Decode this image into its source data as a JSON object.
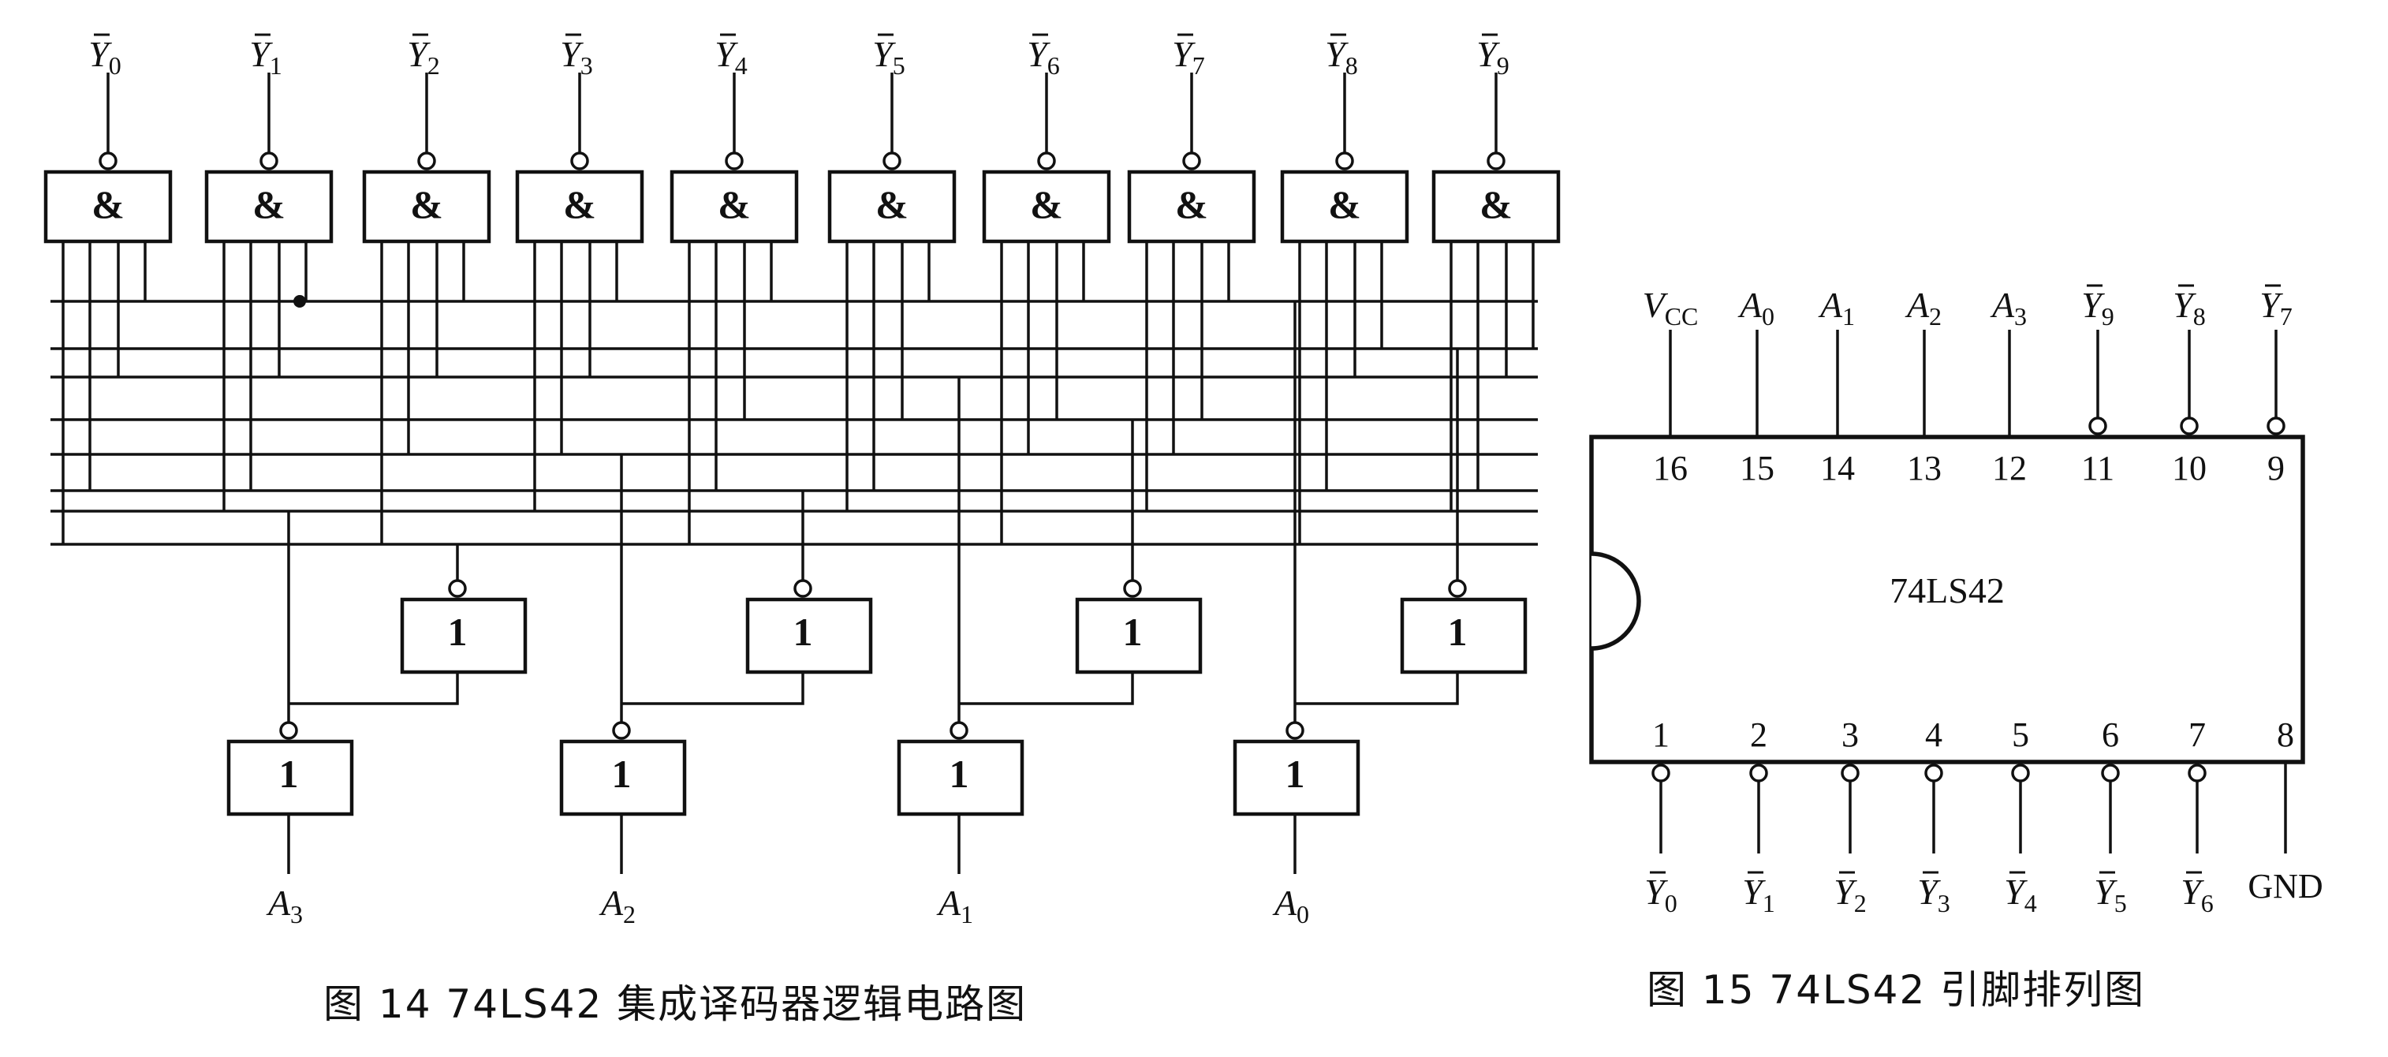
{
  "fig14": {
    "outputs": [
      "Y0",
      "Y1",
      "Y2",
      "Y3",
      "Y4",
      "Y5",
      "Y6",
      "Y7",
      "Y8",
      "Y9"
    ],
    "and_symbol": "&",
    "not_symbol": "1",
    "inputs": [
      "A3",
      "A2",
      "A1",
      "A0"
    ],
    "caption": "图 14 74LS42 集成译码器逻辑电路图"
  },
  "fig15": {
    "chip_label": "74LS42",
    "top_pins": [
      {
        "num": "16",
        "label": "VCC",
        "active_low": false
      },
      {
        "num": "15",
        "label": "A0",
        "active_low": false
      },
      {
        "num": "14",
        "label": "A1",
        "active_low": false
      },
      {
        "num": "13",
        "label": "A2",
        "active_low": false
      },
      {
        "num": "12",
        "label": "A3",
        "active_low": false
      },
      {
        "num": "11",
        "label": "Y9",
        "active_low": true
      },
      {
        "num": "10",
        "label": "Y8",
        "active_low": true
      },
      {
        "num": "9",
        "label": "Y7",
        "active_low": true
      }
    ],
    "bottom_pins": [
      {
        "num": "1",
        "label": "Y0",
        "active_low": true
      },
      {
        "num": "2",
        "label": "Y1",
        "active_low": true
      },
      {
        "num": "3",
        "label": "Y2",
        "active_low": true
      },
      {
        "num": "4",
        "label": "Y3",
        "active_low": true
      },
      {
        "num": "5",
        "label": "Y4",
        "active_low": true
      },
      {
        "num": "6",
        "label": "Y5",
        "active_low": true
      },
      {
        "num": "7",
        "label": "Y6",
        "active_low": true
      },
      {
        "num": "8",
        "label": "GND",
        "active_low": false
      }
    ],
    "caption": "图 15 74LS42 引脚排列图"
  }
}
